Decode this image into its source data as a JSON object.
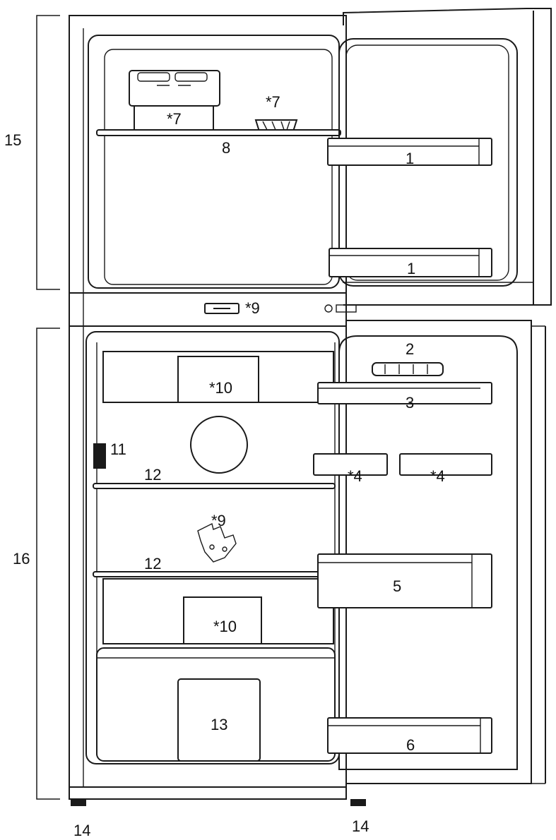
{
  "labels": {
    "door_shelf_upper_1": "1",
    "door_shelf_lower_1": "1",
    "egg_tray": "2",
    "door_shelf_upper": "3",
    "door_shelf_half_left": "*4",
    "door_shelf_half_right": "*4",
    "door_shelf_mid": "5",
    "door_shelf_bottom": "6",
    "ice_box": "*7",
    "ice_tray": "*7",
    "freezer_shelf": "8",
    "control": "*9",
    "fridge_part_9": "*9",
    "upper_drawer": "*10",
    "lower_drawer": "*10",
    "lamp": "11",
    "shelf_upper": "12",
    "shelf_lower": "12",
    "crisper": "13",
    "foot_left": "14",
    "foot_right": "14",
    "freezer_section": "15",
    "fridge_section": "16"
  }
}
